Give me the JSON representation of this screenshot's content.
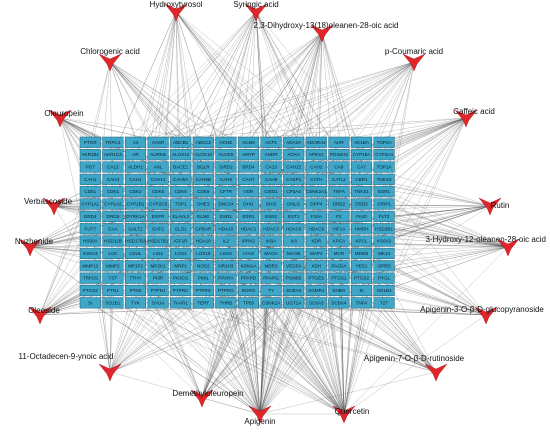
{
  "colors": {
    "target_fill": "#3ea6c9",
    "compound_fill": "#e0262b",
    "edge": "#555555"
  },
  "targets": [
    [
      "PTGR",
      "TRPC4",
      "A4",
      "AASR",
      "ABCB1",
      "ABCC2",
      "ACHE",
      "ACM5",
      "ACP1",
      "ADA2A",
      "ADORA2",
      "AHR",
      "AK1BA",
      "TOP2A"
    ],
    [
      "AKR1B1",
      "AKR1C3",
      "AR",
      "AURKB",
      "ALOX12",
      "ALOX15",
      "ALOX5",
      "AMYP",
      "ANDR",
      "AOXA",
      "APEX1",
      "PO4SH3",
      "CYP19A",
      "CYP3A4"
    ],
    [
      "PG7",
      "CA12",
      "ALDH2",
      "AXL",
      "BACE1",
      "BGLR",
      "SIRD2",
      "BRD4",
      "CA13",
      "CAH12",
      "CAH2",
      "CA9",
      "CA7",
      "TOP1A"
    ],
    [
      "CAH1",
      "CAH3",
      "CAH1",
      "CAH14",
      "CAH5A",
      "CAH5B",
      "CAH6",
      "CAH7",
      "CAH9",
      "CASP1",
      "CATH",
      "CATL2",
      "CBR1",
      "TNKS2"
    ],
    [
      "CD51",
      "CDK1",
      "CDK2",
      "CDK5",
      "CDK6",
      "CDK9",
      "CFTR",
      "VDR",
      "CISD1",
      "CP3A4",
      "CSNK2A1",
      "TNFA",
      "TNKS1",
      "ESR1"
    ],
    [
      "CYP1A1",
      "CYP1A2",
      "CYP1B1",
      "CYP2C9",
      "TOP1",
      "DHE3",
      "DNC24",
      "DHI1",
      "DHI2",
      "DNLI1",
      "DPP4",
      "DRD2",
      "DRD3",
      "GRIP1"
    ],
    [
      "DRD4",
      "DRG5",
      "DYRK1A",
      "EGFR",
      "ELAVL3",
      "ELNE",
      "ESR1",
      "ESR1",
      "ESR2",
      "EST1",
      "F10A",
      "F2",
      "FA10",
      "FLT3"
    ],
    [
      "FUT7",
      "GAA",
      "GALT2",
      "GATC",
      "GLO1",
      "GPBAR",
      "HDA10",
      "HDAC1",
      "HDAC3",
      "HDAC6",
      "HDAC8",
      "HIF1A",
      "HMDH",
      "HSD3B1"
    ],
    [
      "HS90A",
      "HSD11B",
      "HSD17B3",
      "HSD17B1",
      "IGF1R",
      "HDA10",
      "IL2",
      "IPRX2",
      "IKBA",
      "IL6",
      "KDR",
      "KPCA",
      "KPCL",
      "KS6A3"
    ],
    [
      "KS6A3",
      "LCK",
      "LOUL",
      "LIG1",
      "LOX1",
      "LOX15",
      "LOX5",
      "LYAG",
      "MAOA",
      "MAOB",
      "MAP2",
      "MCR",
      "MDM2",
      "MK14"
    ],
    [
      "MMP12",
      "MMP2",
      "MP1F2",
      "MP2K1",
      "MRP1",
      "NOS2",
      "NR1H3",
      "KDM1A",
      "MDR3",
      "VEGFA",
      "XDH",
      "PA2GA",
      "YES1",
      "OPRD"
    ],
    [
      "TRPC5",
      "TST",
      "TTHY",
      "PI3R",
      "PK3CG",
      "PIM1",
      "PPARA",
      "PPARD",
      "PPARG",
      "PSMB5",
      "PTGES",
      "PTGS1",
      "PTGS2",
      "PYGL"
    ],
    [
      "PTGS2",
      "PTN1",
      "PTN2",
      "PTPN1",
      "PTPRC",
      "PTPRS",
      "PTPRG",
      "RORG",
      "TY",
      "SCBA3",
      "SGMR1",
      "SHBG",
      "SI",
      "SO1B1"
    ],
    [
      "SI",
      "SO1B1",
      "TYK",
      "SYUA",
      "TAAR1",
      "TERT",
      "THRB",
      "TP53",
      "CSNK2A",
      "UGT1A",
      "SC6A3",
      "SCBA4",
      "TNFA",
      "T2T"
    ]
  ],
  "compounds": [
    {
      "name": "Hydroxytyrosol",
      "label_align": "center"
    },
    {
      "name": "Syringic acid",
      "label_align": "center"
    },
    {
      "name": "2,3-Dihydroxy-13(18)oleanen-28-oic acid",
      "label_align": "center"
    },
    {
      "name": "Chlorogenic acid",
      "label_align": "center"
    },
    {
      "name": "p-Coumaric acid",
      "label_align": "center"
    },
    {
      "name": "Oleuropein",
      "label_align": "center"
    },
    {
      "name": "Caffeic acid",
      "label_align": "center"
    },
    {
      "name": "Verbascoside",
      "label_align": "left"
    },
    {
      "name": "Rutin",
      "label_align": "center"
    },
    {
      "name": "Nuzhenide",
      "label_align": "center"
    },
    {
      "name": "3-Hydroxy-12-oleanen-28-oic acid",
      "label_align": "center"
    },
    {
      "name": "Oleoside",
      "label_align": "center"
    },
    {
      "name": "Apigenin-3-O-β-D-glucopyranoside",
      "label_align": "center"
    },
    {
      "name": "11-Octadecen-9-ynoic acid",
      "label_align": "center"
    },
    {
      "name": "Apigenin-7-O-β-D-rutinoside",
      "label_align": "center"
    },
    {
      "name": "Demethyloleuropein",
      "label_align": "center"
    },
    {
      "name": "Apigenin",
      "label_align": "center"
    },
    {
      "name": "Quercetin",
      "label_align": "center"
    }
  ]
}
